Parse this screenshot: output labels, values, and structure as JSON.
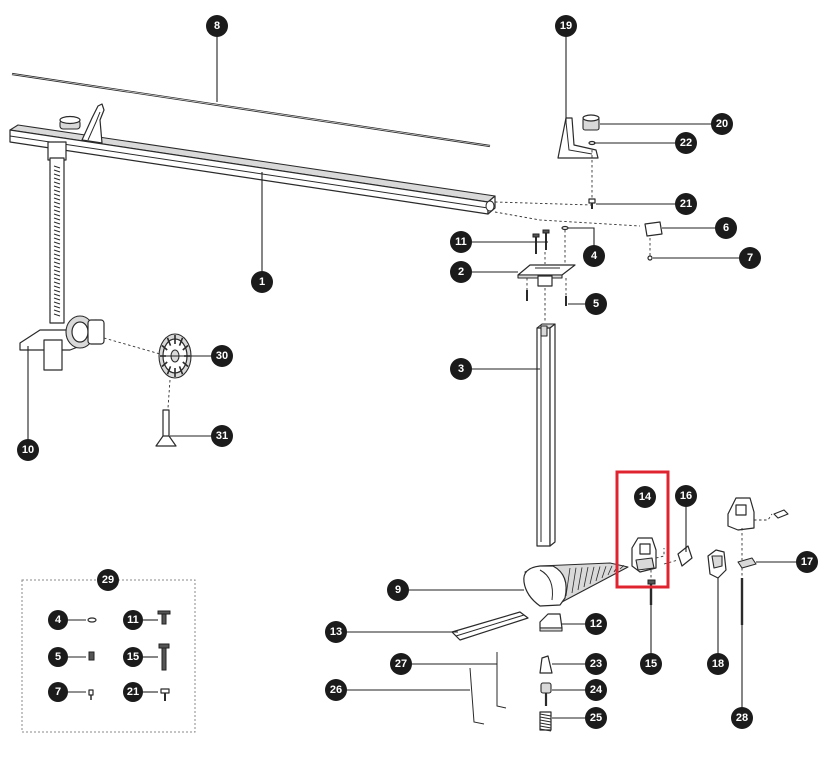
{
  "callouts": [
    "1",
    "2",
    "3",
    "4",
    "5",
    "6",
    "7",
    "8",
    "9",
    "10",
    "11",
    "12",
    "13",
    "14",
    "15",
    "16",
    "17",
    "18",
    "19",
    "20",
    "21",
    "22",
    "23",
    "24",
    "25",
    "26",
    "27",
    "28",
    "29",
    "30",
    "31"
  ],
  "kit_box_callouts": [
    "4",
    "11",
    "5",
    "15",
    "7",
    "21"
  ],
  "colors": {
    "badge": "#1b1b1b",
    "badge_text": "#ffffff",
    "highlight": "#e0242f",
    "line": "#2a2a2a"
  }
}
